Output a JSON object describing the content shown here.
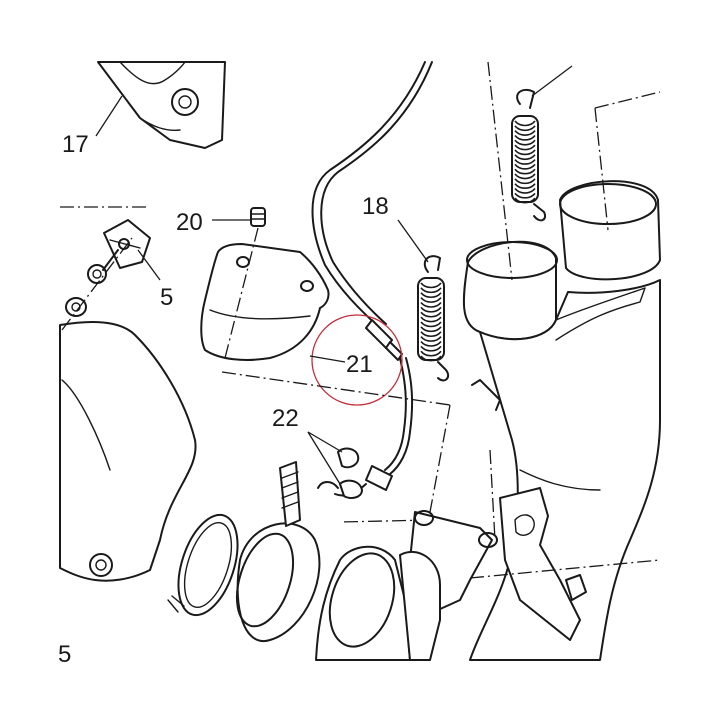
{
  "callouts": [
    {
      "id": "c17",
      "label": "17"
    },
    {
      "id": "c20",
      "label": "20"
    },
    {
      "id": "c18",
      "label": "18"
    },
    {
      "id": "c5a",
      "label": "5"
    },
    {
      "id": "c21",
      "label": "21"
    },
    {
      "id": "c22",
      "label": "22"
    },
    {
      "id": "c5b",
      "label": "5"
    }
  ],
  "highlight_color": "#c0303a",
  "line_color": "#1a1a1a"
}
